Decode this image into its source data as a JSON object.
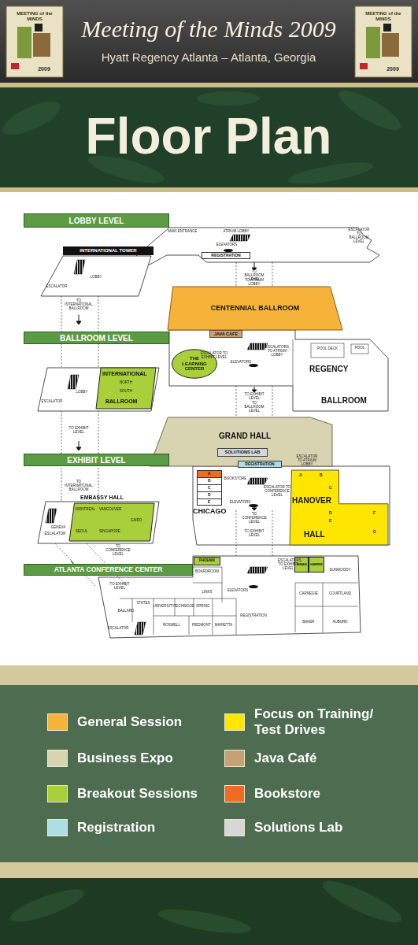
{
  "diagram": {
    "title": "Meeting of the Minds 2009",
    "caption": "Hyatt Regency Atlanta – Atlanta, Georgia",
    "nodes": [
      {
        "text": [
          "LOBBY LEVEL"
        ]
      },
      {
        "text": [
          "INTERNATIONAL TOWER"
        ]
      },
      {
        "text": [
          "REGISTRATION"
        ]
      },
      {
        "text": [
          "CENTENNIAL BALLROOM"
        ]
      },
      {
        "text": [
          "JAVA CAFE"
        ]
      },
      {
        "text": [
          "BALLROOM LEVEL"
        ]
      },
      {
        "text": [
          "THE LEARNING CENTER"
        ]
      },
      {
        "text": [
          "REGENCY",
          "BALLROOM"
        ]
      },
      {
        "text": [
          "INTERNATIONAL",
          "NORTH",
          "SOUTH",
          "BALLROOM"
        ]
      },
      {
        "text": [
          "GRAND HALL"
        ]
      },
      {
        "text": [
          "SOLUTIONS LAB"
        ],
        "in": 9
      },
      {
        "text": [
          "EXHIBIT LEVEL"
        ]
      },
      {
        "text": [
          "REGISTRATION"
        ]
      },
      {
        "text": [
          "A",
          "B",
          "C",
          "D",
          "E",
          "CHICAGO"
        ]
      },
      {
        "text": [
          "A",
          "B",
          "C",
          "HANOVER",
          "D",
          "E",
          "HALL",
          "F",
          "G"
        ]
      },
      {
        "text": [
          "EMBASSY HALL",
          "MONTREAL",
          "VANCOUVER",
          "SEOUL",
          "SINGAPORE",
          "CAIRO"
        ]
      },
      {
        "text": [
          "ATLANTA CONFERENCE CENTER"
        ]
      },
      {
        "text": [
          "PHOENIX"
        ]
      },
      {
        "text": [
          "INMAN"
        ]
      },
      {
        "text": [
          "HARRIS"
        ]
      }
    ],
    "labels": [
      "MEETING of the MINDS",
      "2009",
      "MEETING of the MINDS",
      "2009",
      "Floor Plan",
      "MAIN ENTRANCE",
      "ATRIUM LOBBY",
      "ESCALATOR TO BALLROOM LEVEL",
      "ELEVATORS",
      "LOBBY",
      "ESCALATOR",
      "TO INTERNATIONAL BALLROOM",
      "TO BALLROOM LEVEL",
      "TO ATRIUM LOBBY",
      "ESCALATOR TO EXHIBIT LEVEL",
      "ELEVATORS",
      "ESCALATORS TO ATRIUM LOBBY",
      "POOL DECK",
      "POOL",
      "LOBBY",
      "ESCALATOR",
      "TO EXHIBIT LEVEL",
      "TO BALLROOM LEVEL",
      "TO EXHIBIT LEVEL",
      "BOOKSTORE",
      "ESCALATOR TO ATRIUM LOBBY",
      "ESCALATOR TO CONFERENCE LEVEL",
      "ELEVATORS",
      "TO CONFERENCE LEVEL",
      "TO EXHIBIT LEVEL",
      "TO INTERNATIONAL BALLROOM",
      "GENEVA",
      "ESCALATOR",
      "TO CONFERENCE LEVEL",
      "TO EXHIBIT LEVEL",
      "ESCALATORS TO EXHIBIT LEVEL",
      "BOARDROOM",
      "LINKS",
      "ELEVATORS",
      "REGISTRATION",
      "DUNWOODY",
      "CARNEGIE",
      "COURTLAND",
      "BAKER",
      "AUBURN",
      "STATES",
      "BALLARD",
      "UNIVERSITY",
      "TECHWOOD",
      "SPRING",
      "ROSWELL",
      "PIEDMONT",
      "MARIETTA",
      "ESCALATOR"
    ],
    "legend": [
      {
        "text": "General Session",
        "color": "#f6b33a"
      },
      {
        "text": "Business Expo",
        "color": "#d8d3b0"
      },
      {
        "text": "Breakout Sessions",
        "color": "#a9cf3a"
      },
      {
        "text": "Registration",
        "color": "#aedde6"
      },
      {
        "text": "Focus on Training/ Test Drives",
        "color": "#ffe600"
      },
      {
        "text": "Java Café",
        "color": "#c7a173"
      },
      {
        "text": "Bookstore",
        "color": "#f26b22"
      },
      {
        "text": "Solutions Lab",
        "color": "#d7d7d7"
      }
    ]
  }
}
